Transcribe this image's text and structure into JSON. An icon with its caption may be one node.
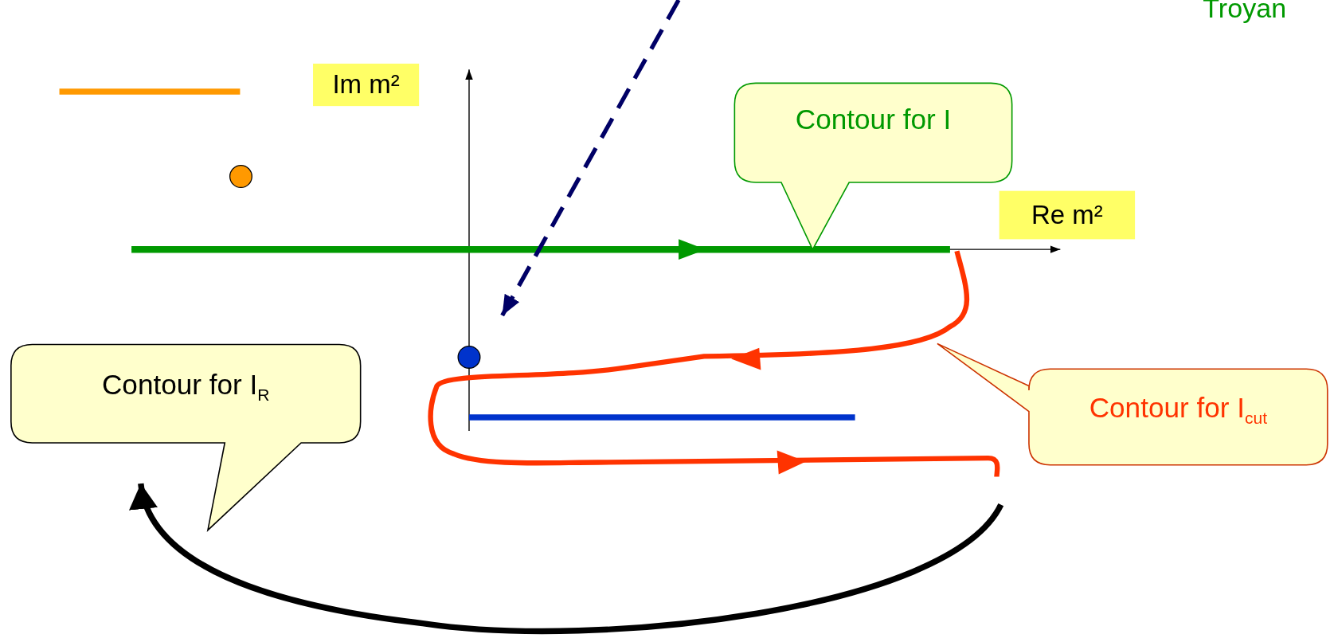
{
  "diagram": {
    "nodes": [
      {
        "text": [
          "Im m²"
        ]
      },
      {
        "text": [
          "Contour for I"
        ]
      },
      {
        "text": [
          "Re m²"
        ]
      },
      {
        "text": [
          "Contour for I$_{R}$"
        ]
      },
      {
        "text": [
          "Contour for I$_{cut}$"
        ]
      }
    ],
    "edges": [
      {
        "from": null,
        "to": 3,
        "arrow": "to"
      }
    ],
    "labels": [
      "Troyan"
    ]
  }
}
